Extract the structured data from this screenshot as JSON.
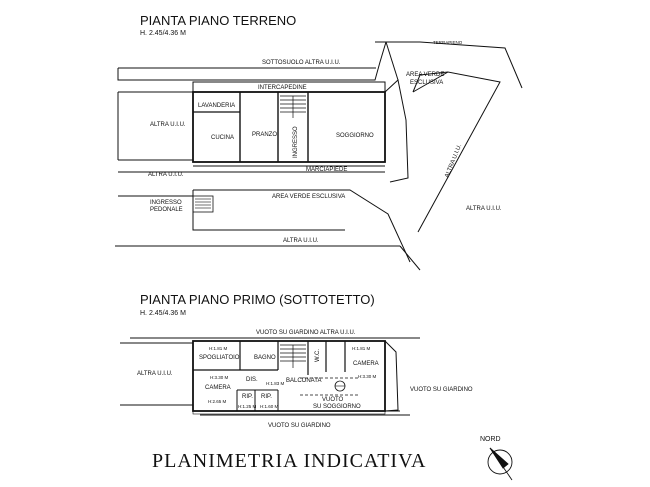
{
  "ground_floor": {
    "title": "PIANTA PIANO TERRENO",
    "height": "H. 2.45/4.36 M",
    "labels": {
      "terrapieno": "TERRAPIENO",
      "sottosuolo": "SOTTOSUOLO ALTRA U.I.U.",
      "intercapedine": "INTERCAPEDINE",
      "area_verde_top_1": "AREA VERDE",
      "area_verde_top_2": "ESCLUSIVA",
      "lavanderia": "LAVANDERIA",
      "cucina": "CUCINA",
      "pranzo": "PRANZO",
      "ingresso": "INGRESSO",
      "soggiorno": "SOGGIORNO",
      "altra_left": "ALTRA U.I.U.",
      "altra_diag": "ALTRA U.I.U.",
      "marciapiede": "MARCIAPIEDE",
      "altra_left_low": "ALTRA U.I.U.",
      "area_verde_esclusiva": "AREA VERDE ESCLUSIVA",
      "ingresso_pedonale_1": "INGRESSO",
      "ingresso_pedonale_2": "PEDONALE",
      "altra_right": "ALTRA U.I.U.",
      "altra_bottom": "ALTRA U.I.U."
    }
  },
  "first_floor": {
    "title": "PIANTA PIANO PRIMO (SOTTOTETTO)",
    "height": "H. 2.45/4.36 M",
    "labels": {
      "vuoto_top": "VUOTO SU GIARDINO ALTRA U.I.U.",
      "h181_left": "H:1.81 M",
      "h181_right": "H:1.81 M",
      "h183": "H:1.83 M",
      "spogliatoio": "SPOGLIATOIO",
      "bagno": "BAGNO",
      "wc": "W.C.",
      "camera_left": "CAMERA",
      "camera_right": "CAMERA",
      "h330_left": "H:3.30 M",
      "h330_right": "H:3.30 M",
      "dis": "DIS.",
      "balconata": "BALCONATA",
      "altra_left": "ALTRA U.I.U.",
      "vuoto_right": "VUOTO SU GIARDINO",
      "rip1": "RIP.",
      "rip2": "RIP.",
      "vuoto_soggiorno_1": "VUOTO",
      "vuoto_soggiorno_2": "SU SOGGIORNO",
      "h265": "H:2.65 M",
      "h1c": "H:1.25 M",
      "h1d": "H:1.60 M",
      "vuoto_bottom": "VUOTO SU GIARDINO"
    }
  },
  "footer_title": "PLANIMETRIA INDICATIVA",
  "compass_label": "NORD"
}
